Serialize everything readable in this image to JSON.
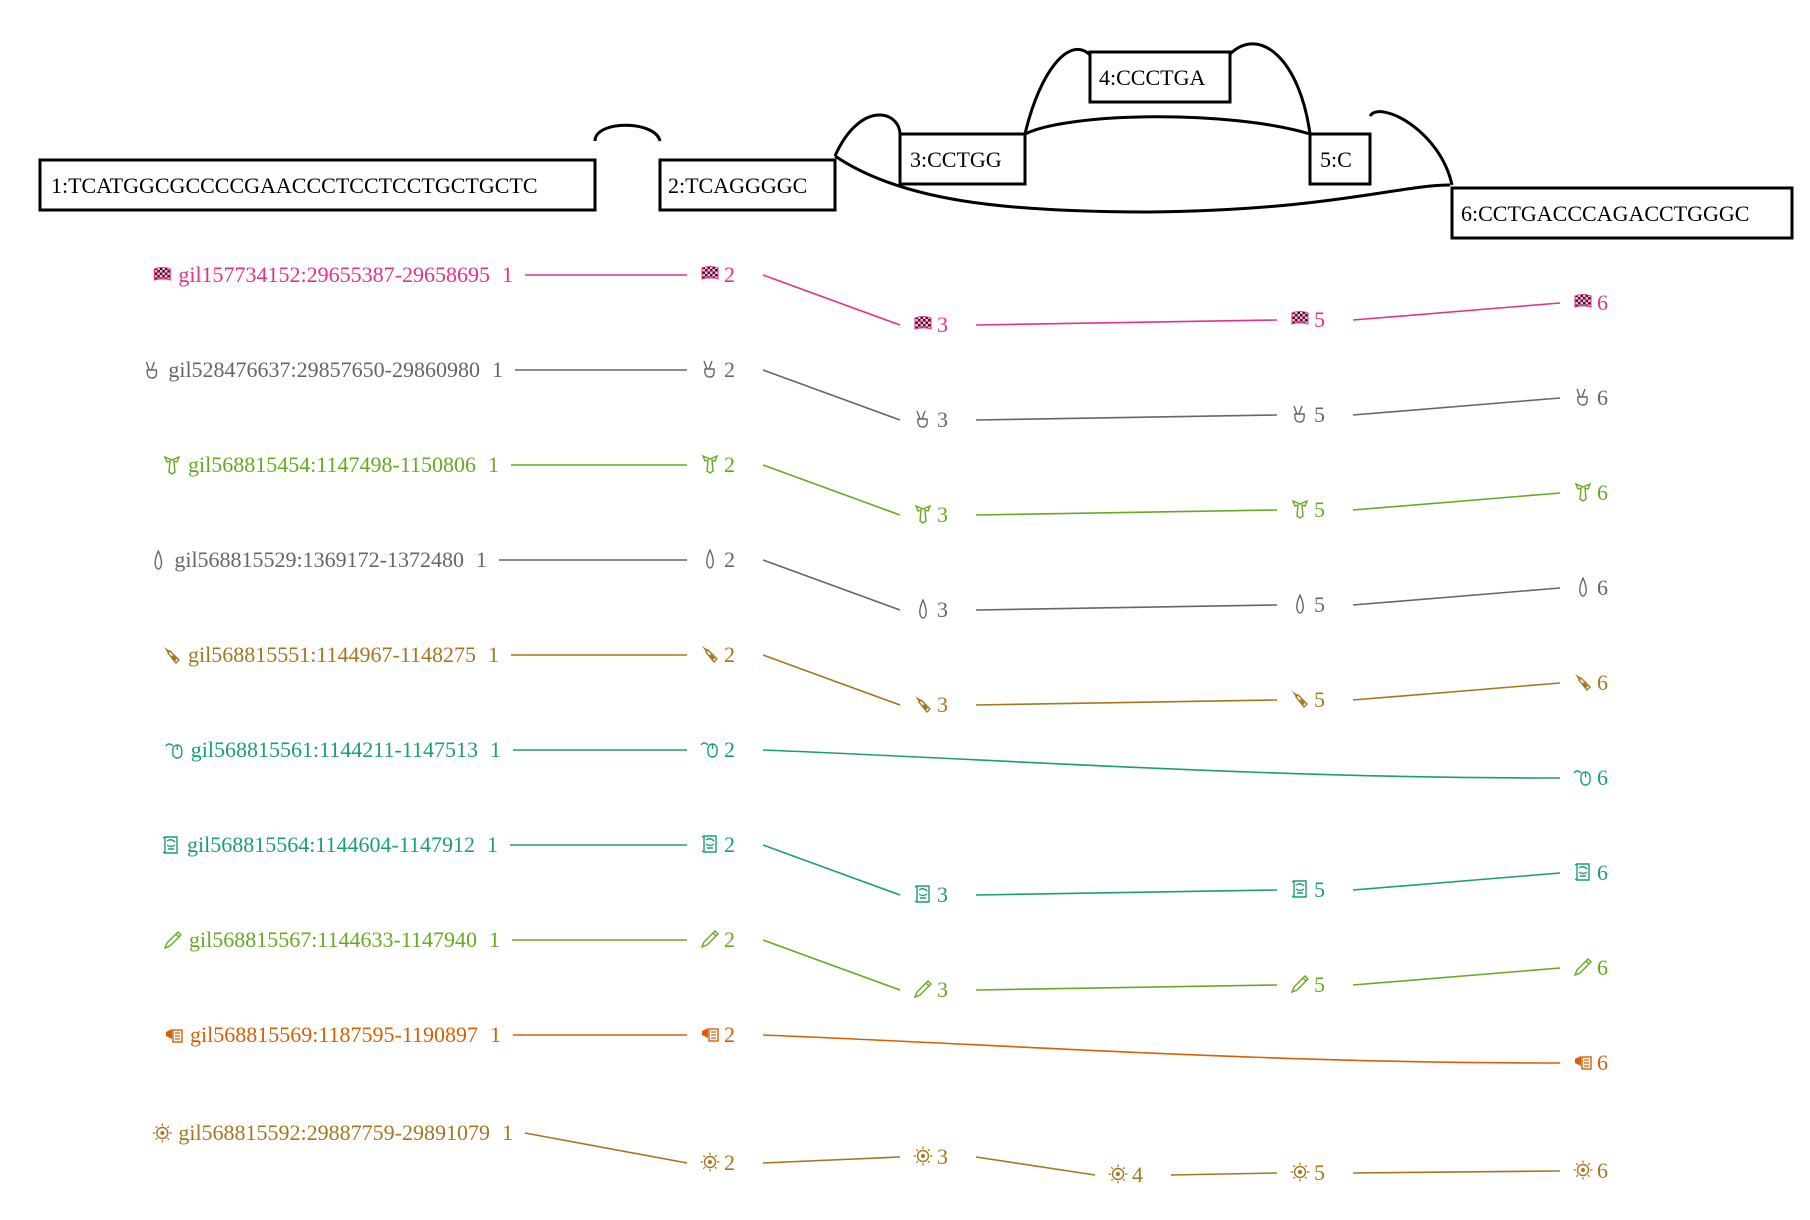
{
  "nodes": [
    {
      "id": 1,
      "label": "1:TCATGGCGCCCCGAACCCTCCTCCTGCTGCTC"
    },
    {
      "id": 2,
      "label": "2:TCAGGGGC"
    },
    {
      "id": 3,
      "label": "3:CCTGG"
    },
    {
      "id": 4,
      "label": "4:CCCTGA"
    },
    {
      "id": 5,
      "label": "5:C"
    },
    {
      "id": 6,
      "label": "6:CCTGACCCAGACCTGGGC"
    }
  ],
  "edges": [
    {
      "from": 1,
      "to": 2
    },
    {
      "from": 2,
      "to": 3
    },
    {
      "from": 2,
      "to": 6
    },
    {
      "from": 3,
      "to": 4
    },
    {
      "from": 3,
      "to": 5
    },
    {
      "from": 4,
      "to": 5
    },
    {
      "from": 5,
      "to": 6
    }
  ],
  "paths": [
    {
      "name": "gil157734152:29655387-29658695",
      "color": "#e6308a",
      "icon": "checkered-flag-icon",
      "nodes": [
        "1",
        "2",
        "3",
        "5",
        "6"
      ]
    },
    {
      "name": "gil528476637:29857650-29860980",
      "color": "#666666",
      "icon": "victory-hand-icon",
      "nodes": [
        "1",
        "2",
        "3",
        "5",
        "6"
      ]
    },
    {
      "name": "gil568815454:1147498-1150806",
      "color": "#66aa22",
      "icon": "necktie-icon",
      "nodes": [
        "1",
        "2",
        "3",
        "5",
        "6"
      ]
    },
    {
      "name": "gil568815529:1369172-1372480",
      "color": "#666666",
      "icon": "droplet-icon",
      "nodes": [
        "1",
        "2",
        "3",
        "5",
        "6"
      ]
    },
    {
      "name": "gil568815551:1144967-1148275",
      "color": "#a6761d",
      "icon": "lipstick-icon",
      "nodes": [
        "1",
        "2",
        "3",
        "5",
        "6"
      ]
    },
    {
      "name": "gil568815561:1144211-1147513",
      "color": "#1b9e77",
      "icon": "computer-mouse-icon",
      "nodes": [
        "1",
        "2",
        "6"
      ]
    },
    {
      "name": "gil568815564:1144604-1147912",
      "color": "#1b9e77",
      "icon": "scroll-icon",
      "nodes": [
        "1",
        "2",
        "3",
        "5",
        "6"
      ]
    },
    {
      "name": "gil568815567:1144633-1147940",
      "color": "#66aa22",
      "icon": "pen-icon",
      "nodes": [
        "1",
        "2",
        "3",
        "5",
        "6"
      ]
    },
    {
      "name": "gil568815569:1187595-1190897",
      "color": "#d95f02",
      "icon": "megaphone-icon",
      "nodes": [
        "1",
        "2",
        "6"
      ]
    },
    {
      "name": "gil568815592:29887759-29891079",
      "color": "#a6761d",
      "icon": "sun-icon",
      "nodes": [
        "1",
        "2",
        "3",
        "4",
        "5",
        "6"
      ]
    }
  ]
}
